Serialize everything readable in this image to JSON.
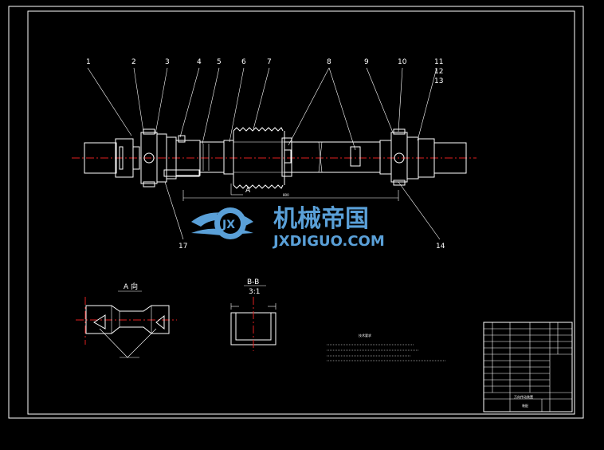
{
  "drawing": {
    "part_labels": [
      "1",
      "2",
      "3",
      "4",
      "5",
      "6",
      "7",
      "8",
      "9",
      "10",
      "11",
      "12",
      "13",
      "17",
      "14"
    ],
    "section_a": "A",
    "view_a_title": "A 向",
    "section_bb_title": "B-B",
    "section_bb_scale": "3:1",
    "tech_req_title": "技术要求",
    "watermark_cn": "机械帝国",
    "watermark_en": "JXDIGUO.COM",
    "title_block_name": "万向传动装置",
    "title_block_sub": "装配"
  },
  "colors": {
    "background": "#000000",
    "line": "#ffffff",
    "centerline": "#e02020",
    "accent": "#5aa0d8"
  }
}
